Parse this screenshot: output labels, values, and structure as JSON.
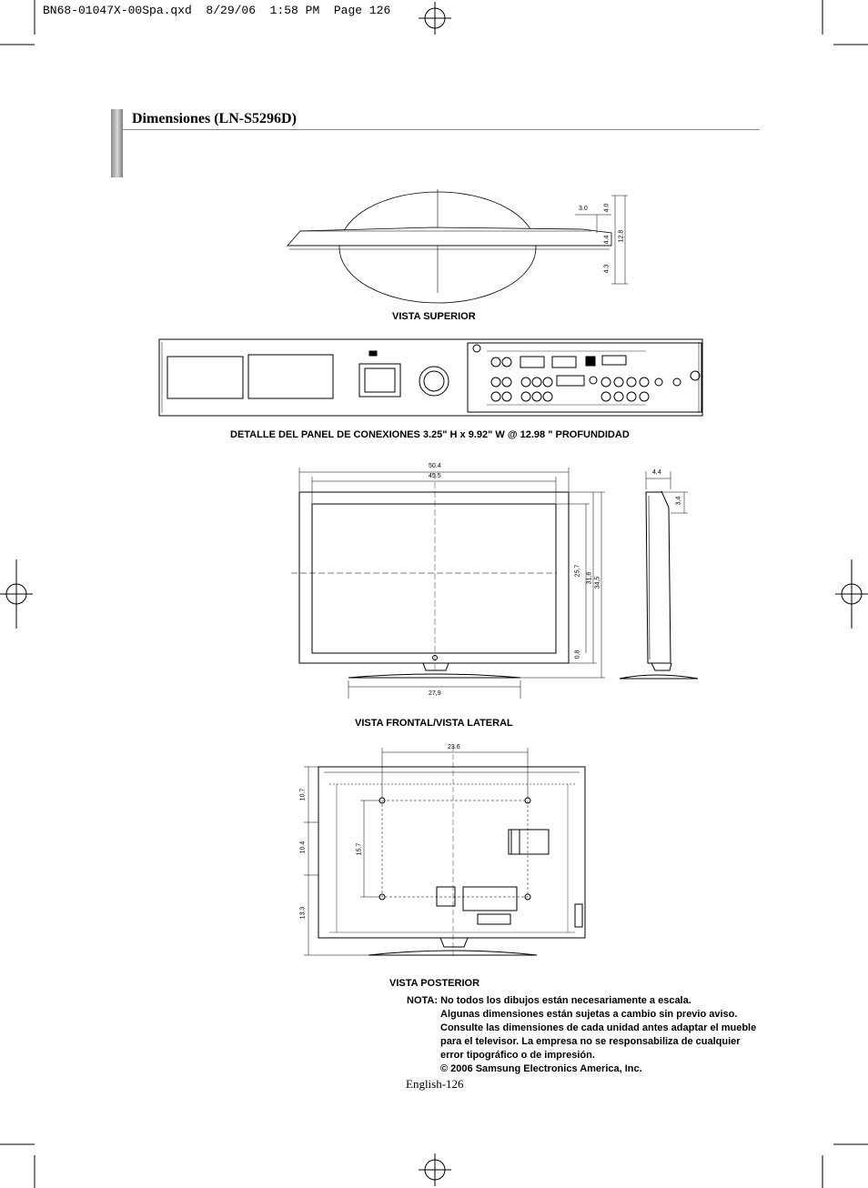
{
  "header": {
    "file_info": "BN68-01047X-00Spa.qxd  8/29/06  1:58 PM  Page 126"
  },
  "section": {
    "title": "Dimensiones (LN-S5296D)"
  },
  "top_view": {
    "caption": "VISTA SUPERIOR",
    "dims": {
      "d1": "3.0",
      "d2": "4.0",
      "d3": "4.4",
      "d4": "12.8",
      "d5": "4.3"
    }
  },
  "panel_view": {
    "caption": "DETALLE DEL PANEL DE CONEXIONES 3.25\" H x 9.92\" W  @  12.98 \" PROFUNDIDAD"
  },
  "front_side_view": {
    "caption": "VISTA FRONTAL/VISTA LATERAL",
    "dims": {
      "width_outer": "50.4",
      "width_screen": "45.5",
      "height_screen": "25,7",
      "height_body": "31,6",
      "height_total": "34,5",
      "bottom_bezel": "0,8",
      "stand_width": "27,9",
      "depth": "4,4",
      "depth_top": "3,4"
    }
  },
  "rear_view": {
    "caption": "VISTA POSTERIOR",
    "dims": {
      "mount_width": "23.6",
      "top_offset": "10.7",
      "mid_offset": "10.4",
      "mount_height": "15.7",
      "bottom_offset": "13.3"
    }
  },
  "note": {
    "label": "NOTA:",
    "line1": "No todos los dibujos están necesariamente a escala.",
    "line2": "Algunas dimensiones están sujetas a cambio sin previo aviso.",
    "line3": "Consulte las dimensiones de cada unidad antes adaptar el mueble",
    "line4": "para el televisor. La empresa no se responsabiliza de cualquier",
    "line5": "error tipográfico o de impresión.",
    "line6": "© 2006 Samsung Electronics America, Inc."
  },
  "footer": {
    "page_label": "English-126"
  }
}
